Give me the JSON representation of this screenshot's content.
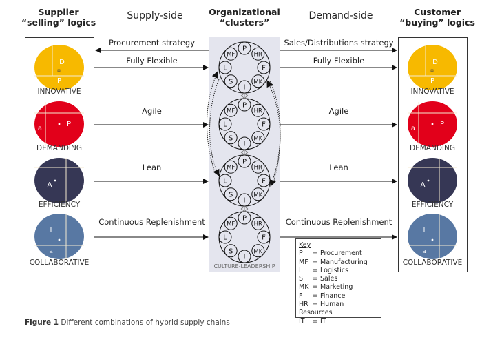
{
  "headers": {
    "supplier": [
      "Supplier",
      "“selling” logics"
    ],
    "supply_side": "Supply-side",
    "clusters": [
      "Organizational",
      "“clusters”"
    ],
    "demand_side": "Demand-side",
    "customer": [
      "Customer",
      "“buying” logics"
    ]
  },
  "logics": [
    {
      "name": "INNOVATIVE",
      "color": "#f7b900",
      "letters": [
        "D",
        "P"
      ],
      "icon": "innovative-quadrant-icon"
    },
    {
      "name": "DEMANDING",
      "color": "#e2001a",
      "letters": [
        "a",
        "P"
      ],
      "icon": "demanding-quadrant-icon"
    },
    {
      "name": "EFFICIENCY",
      "color": "#363755",
      "letters": [
        "A"
      ],
      "icon": "efficiency-quadrant-icon"
    },
    {
      "name": "COLLABORATIVE",
      "color": "#5878a3",
      "letters": [
        "I",
        "a"
      ],
      "icon": "collaborative-quadrant-icon"
    }
  ],
  "supply_arrows": [
    "Procurement strategy",
    "Fully Flexible",
    "Agile",
    "Lean",
    "Continuous Replenishment"
  ],
  "demand_arrows": [
    "Sales/Distributions strategy",
    "Fully Flexible",
    "Agile",
    "Lean",
    "Continuous Replenishment"
  ],
  "cluster_nodes": [
    "P",
    "HR",
    "F",
    "MK",
    "I",
    "S",
    "L",
    "MF"
  ],
  "cluster_footer": "CULTURE-LEADERSHIP",
  "key": {
    "title": "Key",
    "items": [
      {
        "abbr": "P",
        "meaning": "= Procurement"
      },
      {
        "abbr": "MF",
        "meaning": "= Manufacturing"
      },
      {
        "abbr": "L",
        "meaning": "= Logistics"
      },
      {
        "abbr": "S",
        "meaning": "= Sales"
      },
      {
        "abbr": "MK",
        "meaning": "= Marketing"
      },
      {
        "abbr": "F",
        "meaning": "= Finance"
      },
      {
        "abbr": "HR",
        "meaning": "= Human Resources"
      },
      {
        "abbr": "IT",
        "meaning": "= IT"
      }
    ]
  },
  "caption": {
    "label": "Figure 1",
    "text": "Different combinations of hybrid supply chains"
  },
  "colors": {
    "cluster_bg": "#e4e5ee",
    "line": "#222222"
  }
}
